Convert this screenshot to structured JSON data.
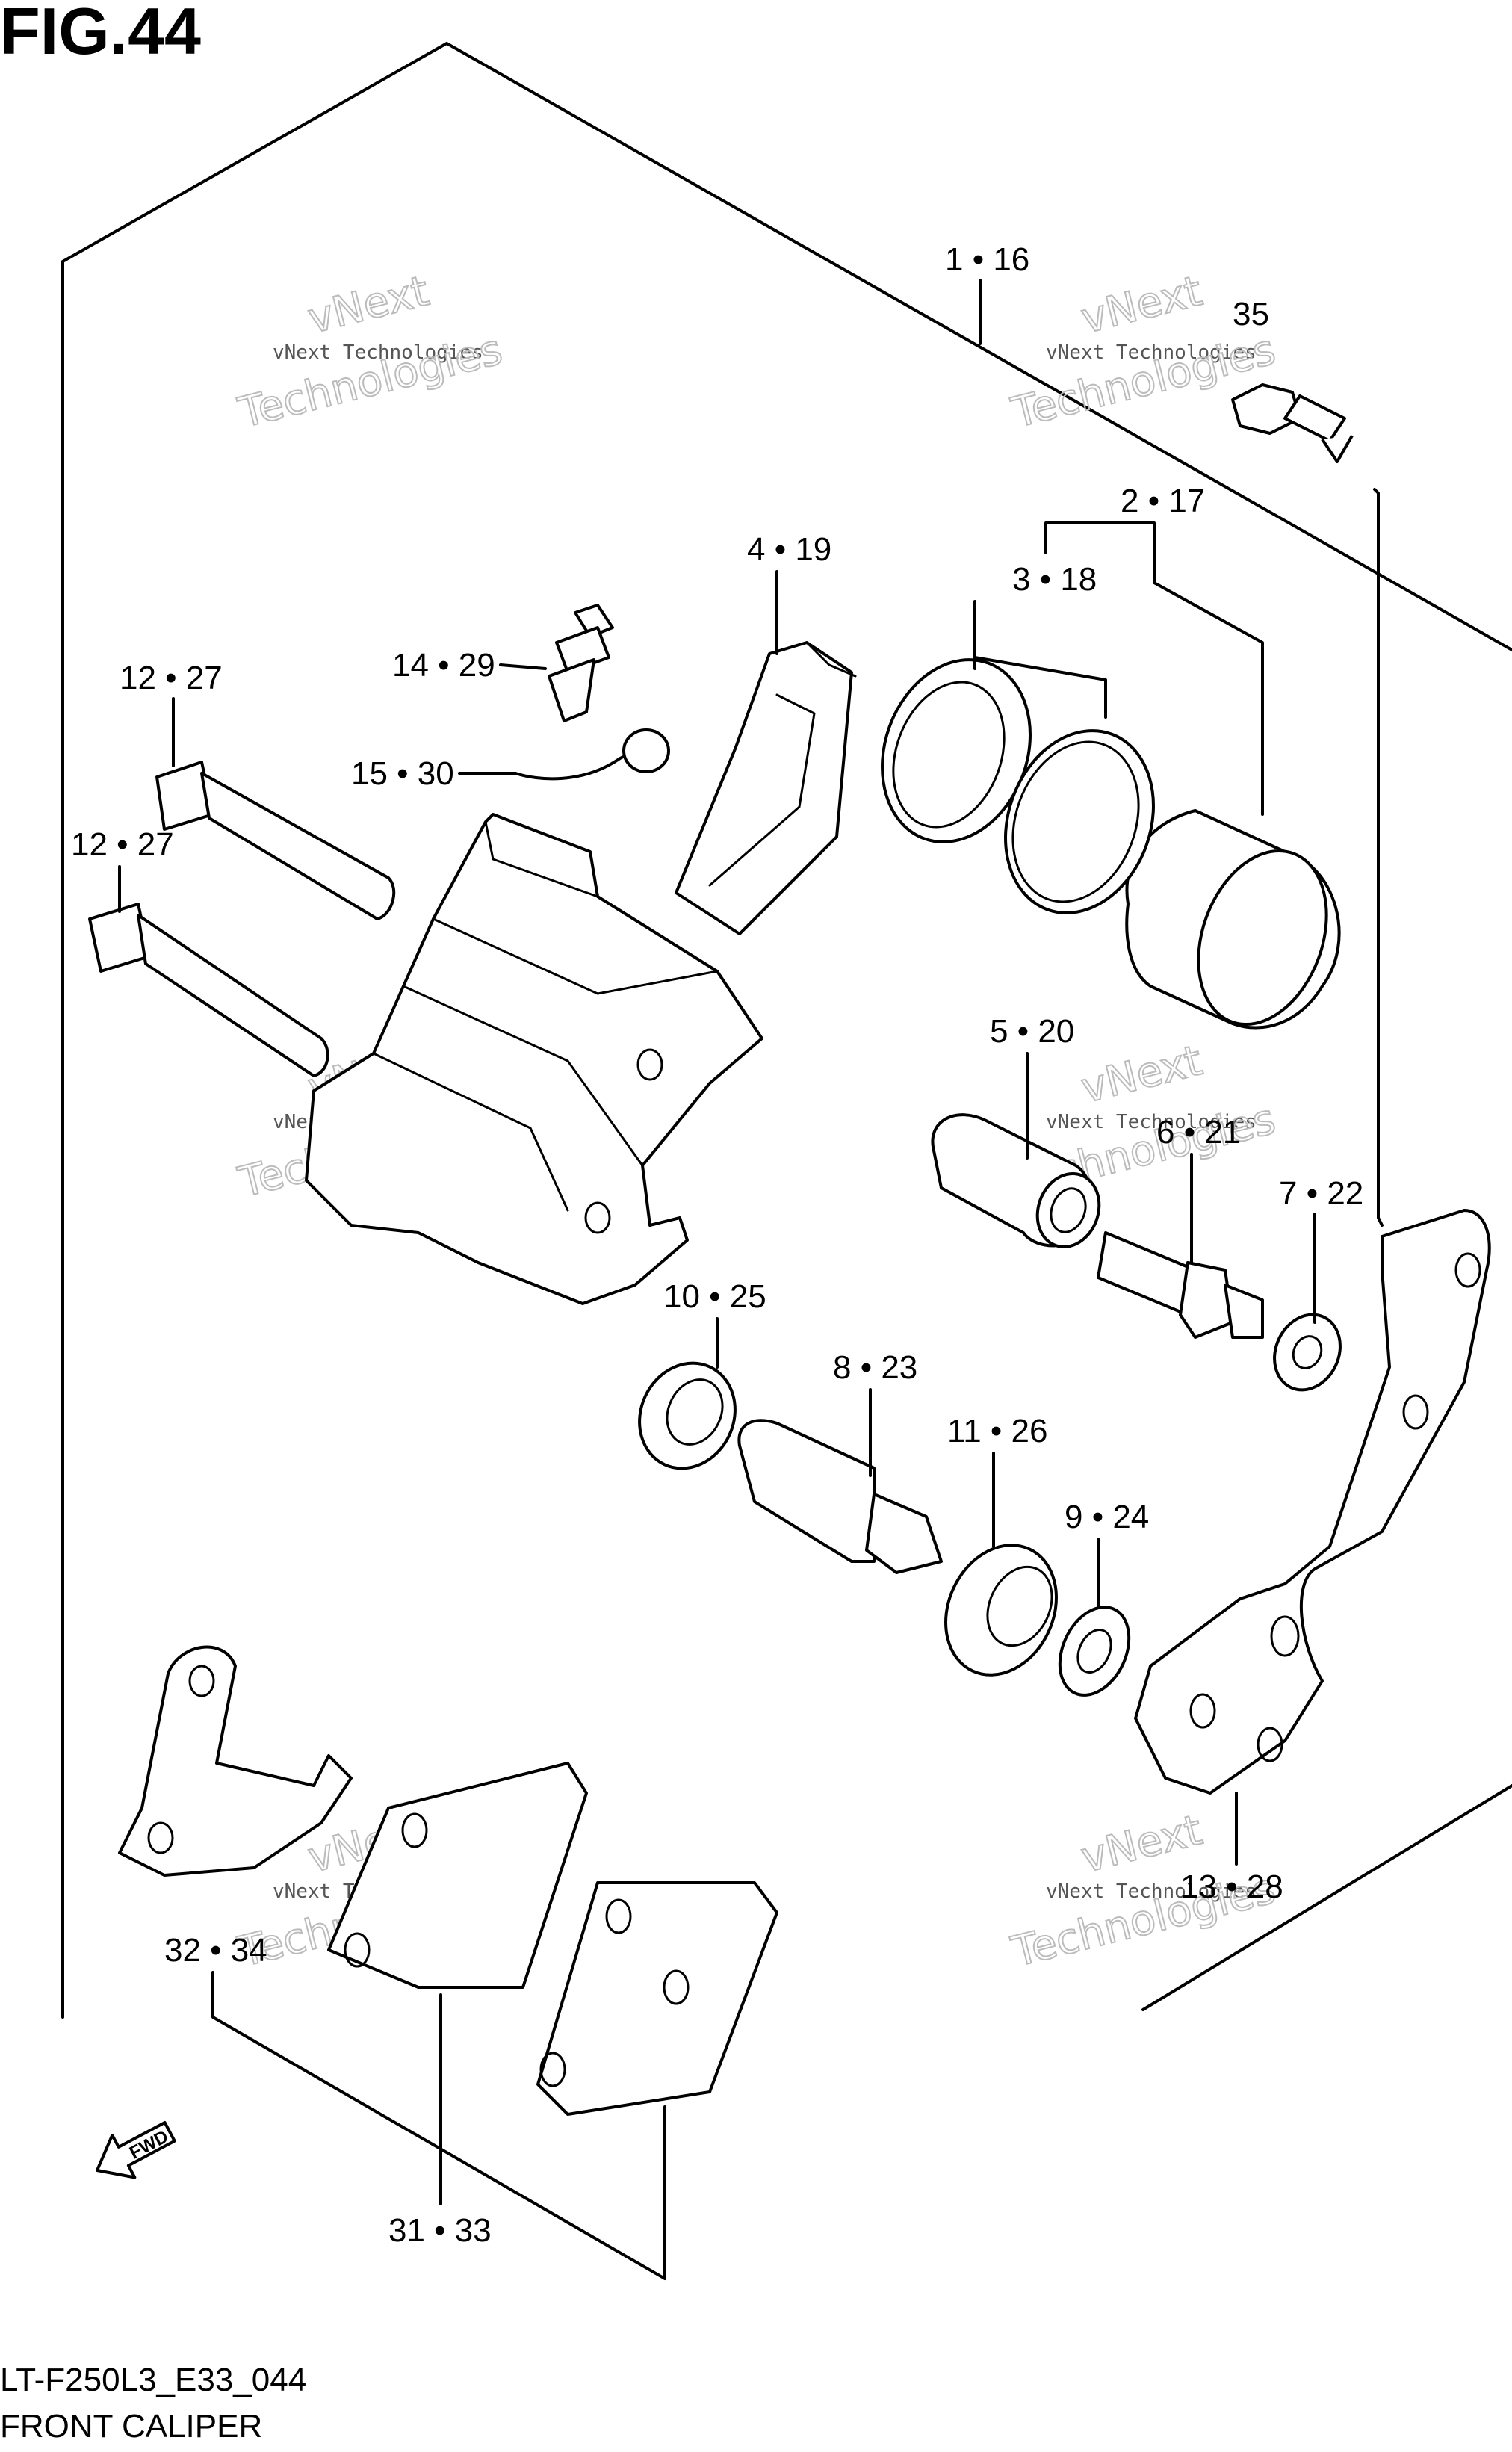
{
  "figure": {
    "title": "FIG.44",
    "diagram_code": "LT-F250L3_E33_044",
    "diagram_name": "FRONT CALIPER",
    "direction_marker": "FWD"
  },
  "watermark": {
    "line1": "vNext Technologies",
    "line2": "vNext",
    "line3": "Technologies"
  },
  "callouts": [
    {
      "id": "c1",
      "label": "1 • 16"
    },
    {
      "id": "c35",
      "label": "35"
    },
    {
      "id": "c2",
      "label": "2 • 17"
    },
    {
      "id": "c3",
      "label": "3 • 18"
    },
    {
      "id": "c4",
      "label": "4 • 19"
    },
    {
      "id": "c14",
      "label": "14 • 29"
    },
    {
      "id": "c15",
      "label": "15 • 30"
    },
    {
      "id": "c12a",
      "label": "12 • 27"
    },
    {
      "id": "c12b",
      "label": "12 • 27"
    },
    {
      "id": "c5",
      "label": "5 • 20"
    },
    {
      "id": "c6",
      "label": "6 • 21"
    },
    {
      "id": "c7",
      "label": "7 • 22"
    },
    {
      "id": "c10",
      "label": "10 • 25"
    },
    {
      "id": "c8",
      "label": "8 • 23"
    },
    {
      "id": "c11",
      "label": "11 • 26"
    },
    {
      "id": "c9",
      "label": "9 • 24"
    },
    {
      "id": "c13",
      "label": "13 • 28"
    },
    {
      "id": "c32",
      "label": "32 • 34"
    },
    {
      "id": "c31",
      "label": "31 • 33"
    }
  ]
}
